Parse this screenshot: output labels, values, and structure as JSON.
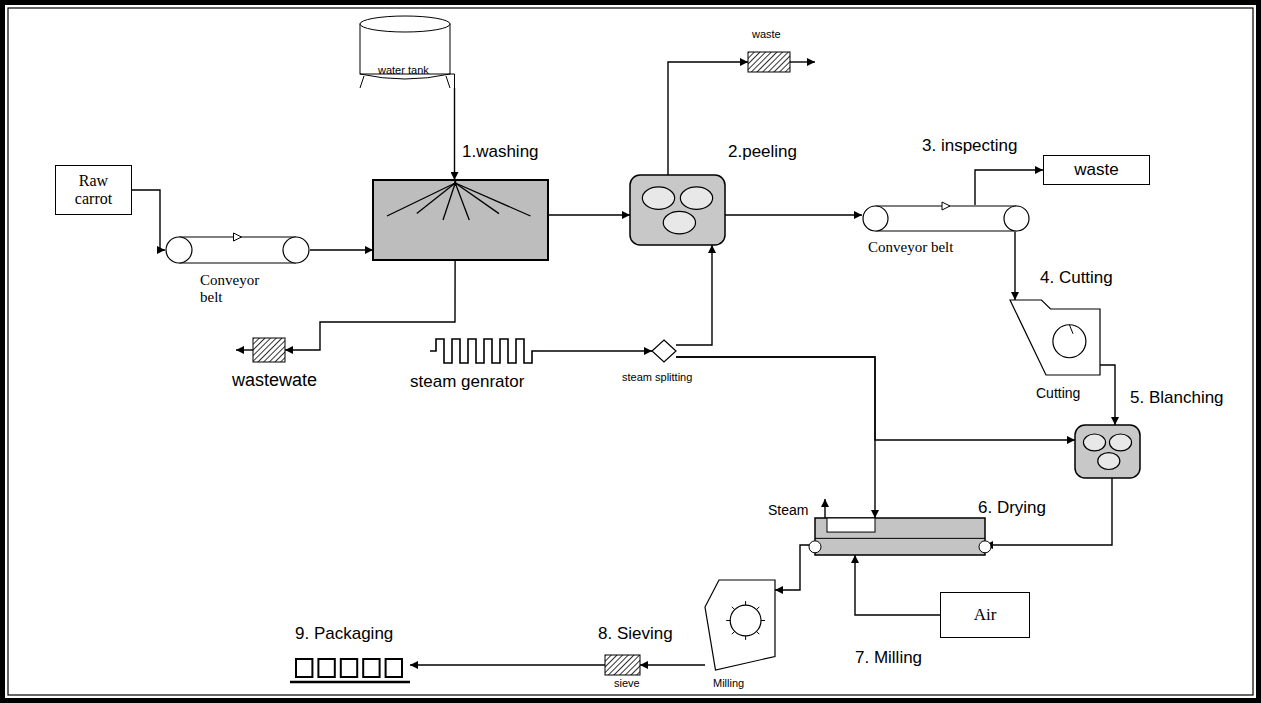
{
  "diagram": {
    "nodes": [
      {
        "text": [
          "Raw carrot"
        ]
      },
      {
        "text": [
          "Conveyor belt"
        ]
      },
      {
        "text": [
          "water tank"
        ]
      },
      {
        "text": [
          "1.washing"
        ]
      },
      {
        "text": [
          "2.peeling"
        ]
      },
      {
        "text": [
          "waste"
        ]
      },
      {
        "text": [
          "3. inspecting",
          "Conveyor belt"
        ]
      },
      {
        "text": [
          "waste"
        ]
      },
      {
        "text": [
          "4. Cutting",
          "Cutting"
        ]
      },
      {
        "text": [
          "wastewate"
        ]
      },
      {
        "text": [
          "steam genrator"
        ]
      },
      {
        "text": [
          "steam splitting"
        ]
      },
      {
        "text": [
          "5. Blanching"
        ]
      },
      {
        "text": [
          "6. Drying",
          "Steam"
        ]
      },
      {
        "text": [
          "Air"
        ]
      },
      {
        "text": [
          "7. Milling",
          "Milling"
        ]
      },
      {
        "text": [
          "8. Sieving",
          "sieve"
        ]
      },
      {
        "text": [
          "9. Packaging"
        ]
      }
    ],
    "edges": [
      {
        "from": 0,
        "to": 1,
        "arrow": "to"
      },
      {
        "from": 1,
        "to": 3,
        "arrow": "to"
      },
      {
        "from": 2,
        "to": 3,
        "arrow": "to"
      },
      {
        "from": 3,
        "to": 9,
        "arrow": "to"
      },
      {
        "from": 3,
        "to": 4,
        "arrow": "to"
      },
      {
        "from": 4,
        "to": 5,
        "arrow": "to"
      },
      {
        "from": 4,
        "to": 6,
        "arrow": "to"
      },
      {
        "from": 6,
        "to": 7,
        "arrow": "to"
      },
      {
        "from": 6,
        "to": 8,
        "arrow": "to"
      },
      {
        "from": 8,
        "to": 12,
        "arrow": "to"
      },
      {
        "from": 10,
        "to": 11,
        "arrow": "to"
      },
      {
        "from": 11,
        "to": 4,
        "arrow": "to"
      },
      {
        "from": 11,
        "to": 13,
        "arrow": "to"
      },
      {
        "from": 11,
        "to": 12,
        "arrow": "to"
      },
      {
        "from": 12,
        "to": 13,
        "arrow": "to"
      },
      {
        "from": 14,
        "to": 13,
        "arrow": "to"
      },
      {
        "from": 13,
        "to": 15,
        "arrow": "to"
      },
      {
        "from": 15,
        "to": 16,
        "arrow": "to"
      },
      {
        "from": 16,
        "to": 17,
        "arrow": "to"
      }
    ]
  }
}
